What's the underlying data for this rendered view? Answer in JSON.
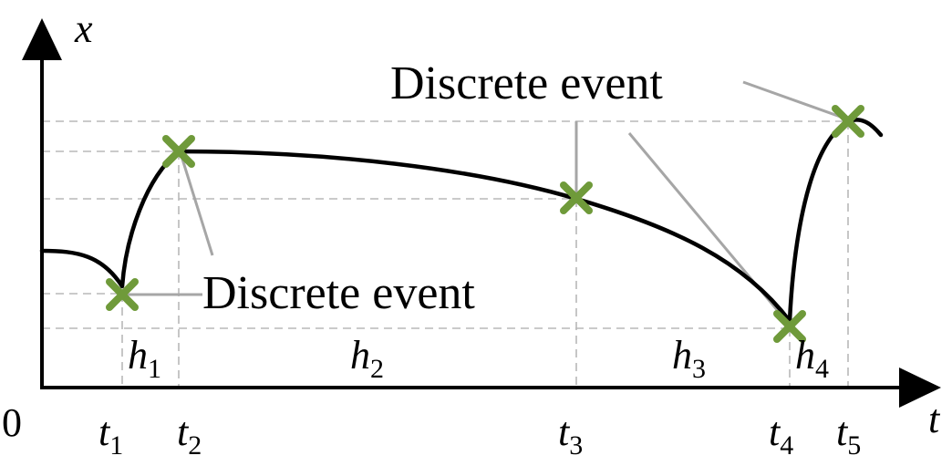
{
  "axes": {
    "origin": "0",
    "y_var": "x",
    "x_var": "t"
  },
  "time_points": [
    {
      "base": "t",
      "sub": "1"
    },
    {
      "base": "t",
      "sub": "2"
    },
    {
      "base": "t",
      "sub": "3"
    },
    {
      "base": "t",
      "sub": "4"
    },
    {
      "base": "t",
      "sub": "5"
    }
  ],
  "step_sizes": [
    {
      "base": "h",
      "sub": "1"
    },
    {
      "base": "h",
      "sub": "2"
    },
    {
      "base": "h",
      "sub": "3"
    },
    {
      "base": "h",
      "sub": "4"
    }
  ],
  "annotations": {
    "upper": "Discrete event",
    "lower": "Discrete event"
  },
  "colors": {
    "curve": "#000000",
    "event_marker": "#6f9a3a",
    "grid": "#b8b8b8",
    "leader": "#a6a6a6"
  },
  "event_markers": [
    "x-mark-icon",
    "x-mark-icon",
    "x-mark-icon",
    "x-mark-icon",
    "x-mark-icon"
  ]
}
